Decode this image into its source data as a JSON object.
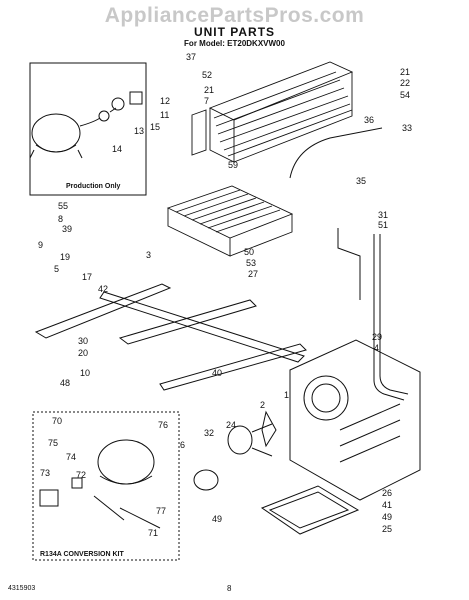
{
  "watermark": "AppliancePartsPros.com",
  "title": "UNIT PARTS",
  "model_line": "For Model: ET20DKXVW00",
  "inset_caption": "Production Only",
  "kit_caption": "R134A CONVERSION KIT",
  "footer_code": "4315903",
  "page_number": "8",
  "part_labels": [
    "37",
    "52",
    "21",
    "7",
    "21",
    "22",
    "54",
    "11",
    "12",
    "13",
    "15",
    "14",
    "36",
    "33",
    "59",
    "35",
    "55",
    "8",
    "9",
    "39",
    "3",
    "31",
    "51",
    "19",
    "5",
    "17",
    "42",
    "50",
    "53",
    "27",
    "30",
    "20",
    "29",
    "4",
    "10",
    "48",
    "40",
    "2",
    "1",
    "24",
    "32",
    "6",
    "70",
    "76",
    "75",
    "74",
    "72",
    "73",
    "77",
    "71",
    "49",
    "26",
    "41",
    "49",
    "25"
  ]
}
